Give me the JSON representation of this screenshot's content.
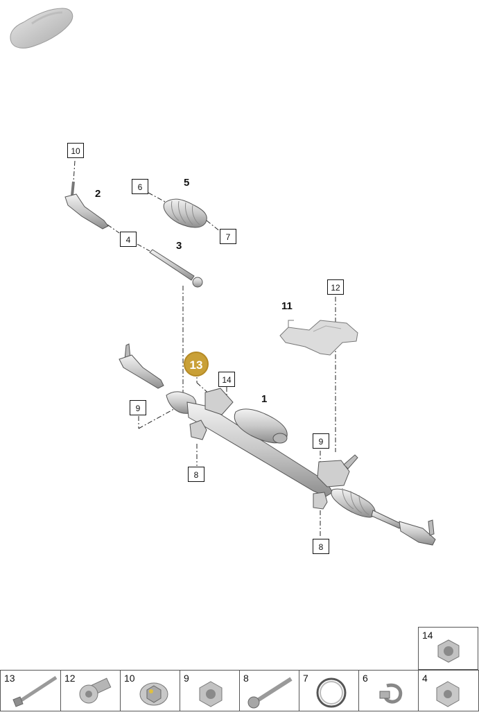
{
  "labels": {
    "box_10_top": "10",
    "bold_2": "2",
    "box_6": "6",
    "bold_5": "5",
    "box_7": "7",
    "box_4": "4",
    "bold_3": "3",
    "box_12_top": "12",
    "bold_11": "11",
    "badge_13": "13",
    "box_14_mid": "14",
    "bold_1": "1",
    "box_9_left": "9",
    "box_8_left": "8",
    "box_9_right": "9",
    "box_8_right": "8"
  },
  "parts_strip": {
    "cells": [
      {
        "number": "13",
        "icon": "long-bolt-icon"
      },
      {
        "number": "12",
        "icon": "shoulder-bolt-icon"
      },
      {
        "number": "10",
        "icon": "flange-nut-icon"
      },
      {
        "number": "9",
        "icon": "hex-flange-nut-icon"
      },
      {
        "number": "8",
        "icon": "bolt-icon"
      },
      {
        "number": "7",
        "icon": "clamp-ring-icon"
      },
      {
        "number": "6",
        "icon": "hose-clip-icon"
      },
      {
        "number": "4",
        "icon": "hex-nut-icon"
      }
    ],
    "extra_cell": {
      "number": "14",
      "icon": "flange-nut-icon"
    }
  },
  "colors": {
    "badge": "#c9a037",
    "part_gray": "#cfcfcf",
    "line": "#222222"
  }
}
